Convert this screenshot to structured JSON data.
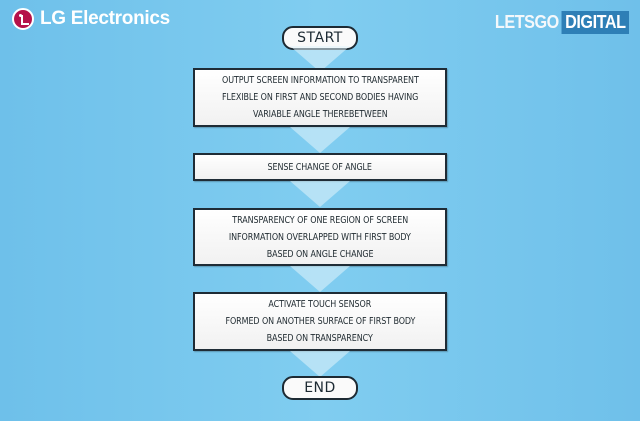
{
  "branding": {
    "left_logo_text": "LG Electronics",
    "right_logo_part1": "LETSGO",
    "right_logo_part2": "DIGITAL"
  },
  "flowchart": {
    "start": "START",
    "end": "END",
    "steps": [
      {
        "lines": [
          "OUTPUT SCREEN INFORMATION TO TRANSPARENT",
          "FLEXIBLE ON FIRST AND SECOND BODIES HAVING",
          "VARIABLE ANGLE THEREBETWEEN"
        ]
      },
      {
        "lines": [
          "SENSE CHANGE OF ANGLE"
        ]
      },
      {
        "lines": [
          "TRANSPARENCY OF ONE REGION OF SCREEN",
          "INFORMATION OVERLAPPED WITH FIRST BODY",
          "BASED ON ANGLE CHANGE"
        ]
      },
      {
        "lines": [
          "ACTIVATE TOUCH SENSOR",
          "FORMED ON ANOTHER SURFACE OF FIRST BODY",
          "BASED ON TRANSPARENCY"
        ]
      }
    ]
  },
  "colors": {
    "background": "#78c6ee",
    "lg_red": "#b5124a",
    "digital_blue": "#2e7fb6",
    "box_border": "#1f2c36"
  }
}
